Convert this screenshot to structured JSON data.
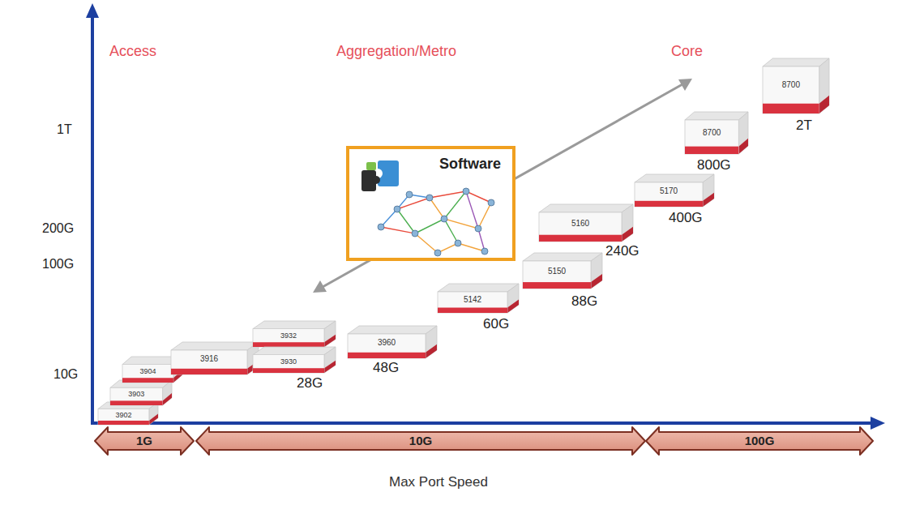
{
  "diagram": {
    "nodes": [
      {
        "text": [
          "3902"
        ]
      },
      {
        "text": [
          "3903"
        ]
      },
      {
        "text": [
          "3904"
        ]
      },
      {
        "text": [
          "3916"
        ]
      },
      {
        "text": [
          "3932"
        ]
      },
      {
        "text": [
          "3930",
          "28G"
        ]
      },
      {
        "text": [
          "3960",
          "48G"
        ]
      },
      {
        "text": [
          "Software"
        ]
      },
      {
        "text": [
          "5142",
          "60G"
        ]
      },
      {
        "text": [
          "5150",
          "88G"
        ]
      },
      {
        "text": [
          "5160",
          "240G"
        ]
      },
      {
        "text": [
          "5170",
          "400G"
        ]
      },
      {
        "text": [
          "8700",
          "800G"
        ]
      },
      {
        "text": [
          "8700",
          "2T"
        ]
      },
      {
        "text": [
          "1G"
        ]
      },
      {
        "text": [
          "10G"
        ]
      },
      {
        "text": [
          "100G"
        ]
      }
    ],
    "labels": [
      "Access",
      "Aggregation/Metro",
      "Core",
      "1T",
      "200G",
      "100G",
      "10G",
      "Max Port Speed"
    ]
  }
}
